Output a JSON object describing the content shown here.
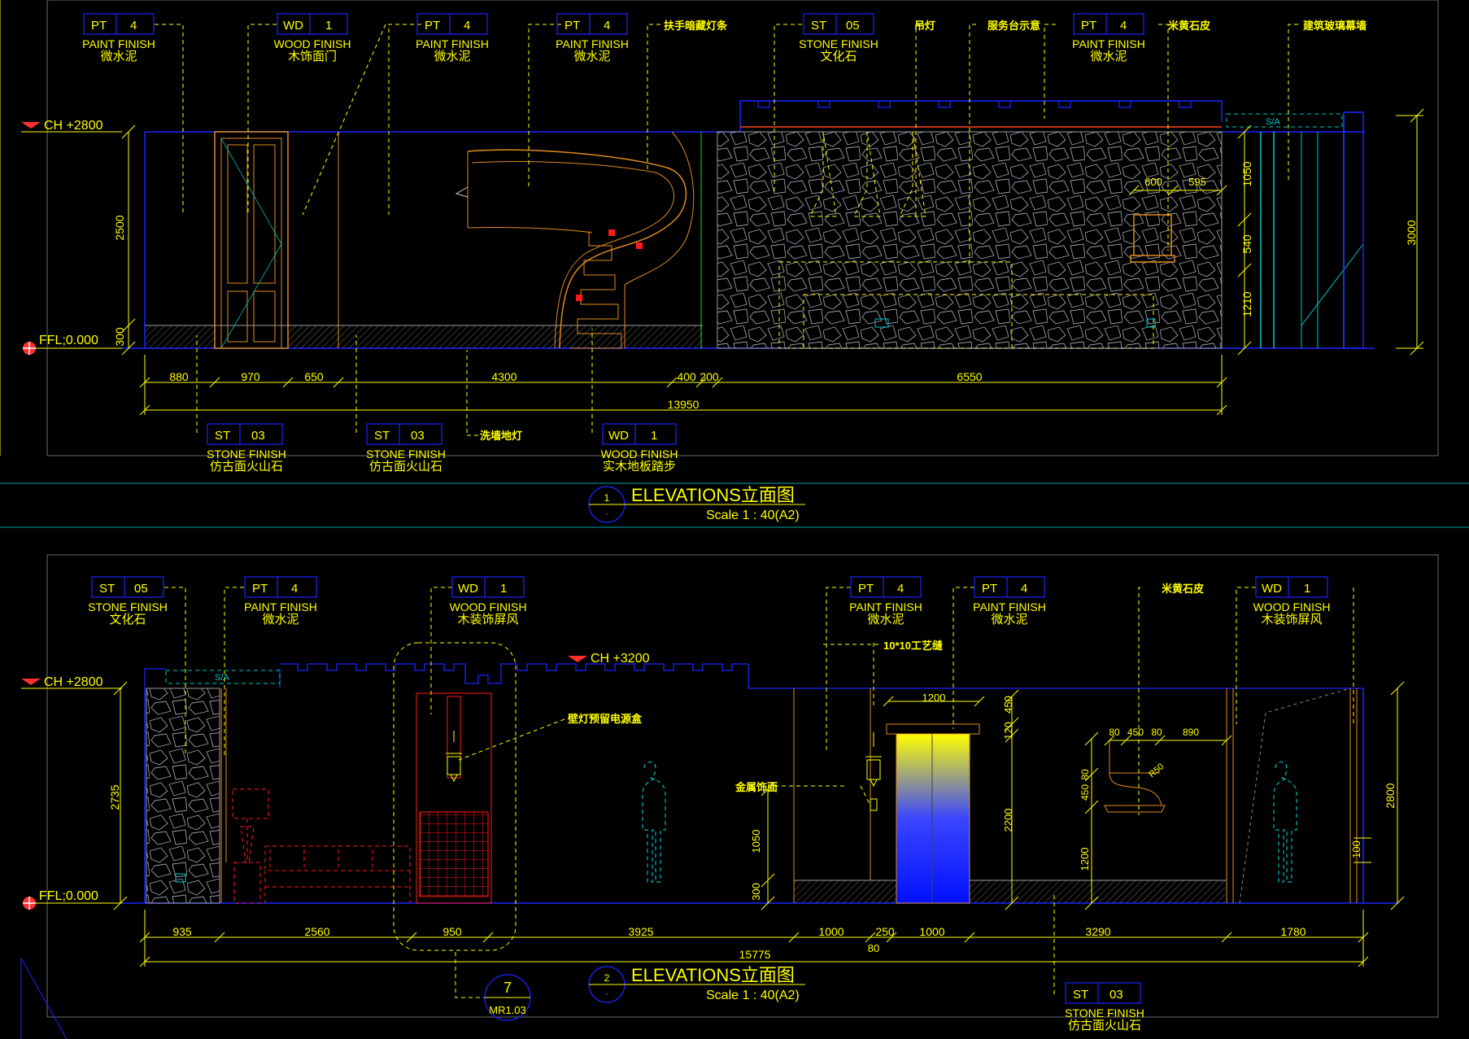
{
  "drawing": {
    "elev1": {
      "number": "1",
      "title": "ELEVATIONS立面图",
      "scale": "Scale 1 : 40(A2)",
      "ch_label": "CH +2800",
      "ffl_label": "FFL;0.000",
      "heights_left": [
        "2500",
        "300"
      ],
      "heights_right": [
        "1050",
        "540",
        "1210"
      ],
      "overall_height": "3000",
      "niche_dims": [
        "600",
        "595"
      ],
      "dims": [
        "880",
        "970",
        "650",
        "4300",
        "400",
        "200",
        "6550"
      ],
      "total": "13950",
      "sa": "S/A",
      "tags_top": [
        {
          "code": "PT",
          "num": "4",
          "en": "PAINT FINISH",
          "cn": "微水泥"
        },
        {
          "code": "WD",
          "num": "1",
          "en": "WOOD FINISH",
          "cn": "木饰面门"
        },
        {
          "code": "PT",
          "num": "4",
          "en": "PAINT FINISH",
          "cn": "微水泥"
        },
        {
          "code": "PT",
          "num": "4",
          "en": "PAINT FINISH",
          "cn": "微水泥"
        },
        {
          "code": "ST",
          "num": "05",
          "en": "STONE FINISH",
          "cn": "文化石"
        },
        {
          "code": "PT",
          "num": "4",
          "en": "PAINT FINISH",
          "cn": "微水泥"
        }
      ],
      "notes_top": [
        "扶手暗藏灯条",
        "吊灯",
        "服务台示意",
        "米黄石皮",
        "建筑玻璃幕墙"
      ],
      "tags_bottom": [
        {
          "code": "ST",
          "num": "03",
          "en": "STONE FINISH",
          "cn": "仿古面火山石"
        },
        {
          "code": "ST",
          "num": "03",
          "en": "STONE FINISH",
          "cn": "仿古面火山石"
        },
        {
          "code": "WD",
          "num": "1",
          "en": "WOOD FINISH",
          "cn": "实木地板踏步"
        }
      ],
      "note_bottom": "洗墙地灯"
    },
    "elev2": {
      "number": "2",
      "title": "ELEVATIONS立面图",
      "scale": "Scale 1 : 40(A2)",
      "ch_label": "CH +2800",
      "ch2_label": "CH +3200",
      "ffl_label": "FFL;0.000",
      "heights_left": [
        "2735"
      ],
      "overall_height": "2800",
      "right_small": "100",
      "panel_dims": [
        "1200",
        "450",
        "120",
        "2200",
        "1050",
        "300"
      ],
      "niche_dims": [
        "80",
        "450",
        "80",
        "890",
        "80",
        "450",
        "1200"
      ],
      "radius": "R50",
      "dims": [
        "935",
        "2560",
        "950",
        "3925",
        "1000",
        "250",
        "1000",
        "3290",
        "1780"
      ],
      "sub_dim": "80",
      "total": "15775",
      "sa": "S/A",
      "detail_ref_num": "7",
      "detail_ref_sheet": "MR1.03",
      "tags_top": [
        {
          "code": "ST",
          "num": "05",
          "en": "STONE FINISH",
          "cn": "文化石"
        },
        {
          "code": "PT",
          "num": "4",
          "en": "PAINT FINISH",
          "cn": "微水泥"
        },
        {
          "code": "WD",
          "num": "1",
          "en": "WOOD FINISH",
          "cn": "木装饰屏风"
        },
        {
          "code": "PT",
          "num": "4",
          "en": "PAINT FINISH",
          "cn": "微水泥"
        },
        {
          "code": "PT",
          "num": "4",
          "en": "PAINT FINISH",
          "cn": "微水泥"
        },
        {
          "code": "WD",
          "num": "1",
          "en": "WOOD FINISH",
          "cn": "木装饰屏风"
        }
      ],
      "notes": [
        "壁灯预留电源盒",
        "10*10工艺缝",
        "金属饰面",
        "米黄石皮"
      ],
      "tag_bottom": {
        "code": "ST",
        "num": "03",
        "en": "STONE FINISH",
        "cn": "仿古面火山石"
      }
    }
  }
}
